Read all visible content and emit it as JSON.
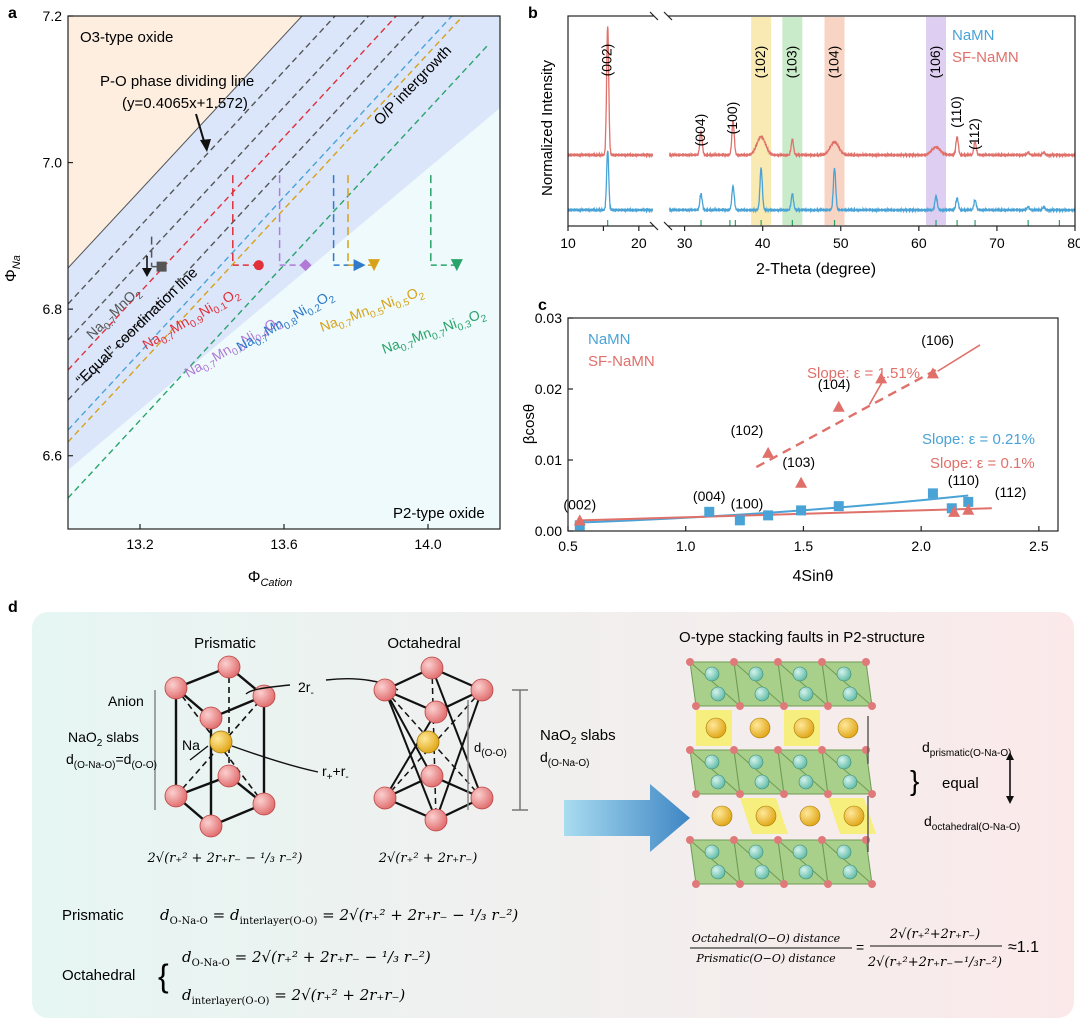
{
  "panel_a": {
    "letter": "a",
    "region_o3": "O3-type oxide",
    "region_p2": "P2-type oxide",
    "region_op": "O/P intergrowth",
    "dividing_line_label": "P-O phase dividing line",
    "dividing_line_equation": "(y=0.4065x+1.572)",
    "coordination_label": "“Equal” coordination line",
    "compounds": [
      {
        "name": "Na0.7MnO2",
        "x": 13.26,
        "y": 6.858,
        "color": "#555555"
      },
      {
        "name": "Na0.7Mn0.9Ni0.1O2",
        "x": 13.53,
        "y": 6.86,
        "color": "#e0303a"
      },
      {
        "name": "Na0.7Mn0.6Ni0.4O2",
        "x": 13.66,
        "y": 6.86,
        "color": "#b07ad6"
      },
      {
        "name": "Na0.7Mn0.8Ni0.2O2",
        "x": 13.81,
        "y": 6.86,
        "color": "#2f7ac9"
      },
      {
        "name": "Na0.7Mn0.5Ni0.5O2",
        "x": 13.85,
        "y": 6.86,
        "color": "#d6a21a"
      },
      {
        "name": "Na0.7Mn0.7Ni0.3O2",
        "x": 14.08,
        "y": 6.86,
        "color": "#2aa36a"
      }
    ]
  },
  "panel_b": {
    "letter": "b",
    "xlabel": "2-Theta (degree)",
    "ylabel": "Normalized Intensity",
    "legend": [
      {
        "name": "NaMN",
        "color": "#4aa3d6"
      },
      {
        "name": "SF-NaMN",
        "color": "#e0706a"
      }
    ],
    "peaks": [
      {
        "label": "(002)",
        "x": 15.6
      },
      {
        "label": "(004)",
        "x": 32.1
      },
      {
        "label": "(100)",
        "x": 36.2
      },
      {
        "label": "(102)",
        "x": 39.8
      },
      {
        "label": "(103)",
        "x": 43.8
      },
      {
        "label": "(104)",
        "x": 49.2
      },
      {
        "label": "(106)",
        "x": 62.2
      },
      {
        "label": "(110)",
        "x": 64.9
      },
      {
        "label": "(112)",
        "x": 67.2
      }
    ],
    "highlight_bands": [
      {
        "label": "(102)",
        "color": "#f7e6a4"
      },
      {
        "label": "(103)",
        "color": "#bfe8c0"
      },
      {
        "label": "(104)",
        "color": "#f6cdb8"
      },
      {
        "label": "(106)",
        "color": "#d8c6ee"
      }
    ]
  },
  "panel_c": {
    "letter": "c",
    "xlabel": "4Sinθ",
    "ylabel": "βcosθ",
    "legend": [
      {
        "name": "NaMN",
        "color": "#4aa3d6"
      },
      {
        "name": "SF-NaMN",
        "color": "#e0706a"
      }
    ],
    "slope_sf_main": "Slope: ε = 1.51%",
    "slope_namn": "Slope: ε = 0.21%",
    "slope_sf_low": "Slope: ε = 0.1%"
  },
  "panel_d": {
    "letter": "d",
    "prismatic_title": "Prismatic",
    "octahedral_title": "Octahedral",
    "stacking_title": "O-type stacking faults in P2-structure",
    "anion_label": "Anion",
    "na_label": "Na",
    "two_r_label": "2r",
    "r_sum_label": "r+r",
    "slab_label_left": "NaO2 slabs",
    "d_equal_label": "d(O-Na-O)=d(O-O)",
    "d_oo_label": "d(O-O)",
    "slab_label_right": "NaO2 slabs",
    "slab_label_right_sub": "d(O-Na-O)",
    "d_prismatic": "dprismatic(O-Na-O)",
    "equal_label": "equal",
    "d_octahedral": "doctahedral(O-Na-O)",
    "prismatic_row": "Prismatic",
    "octahedral_row": "Octahedral",
    "ratio_label": "≈1.1"
  }
}
